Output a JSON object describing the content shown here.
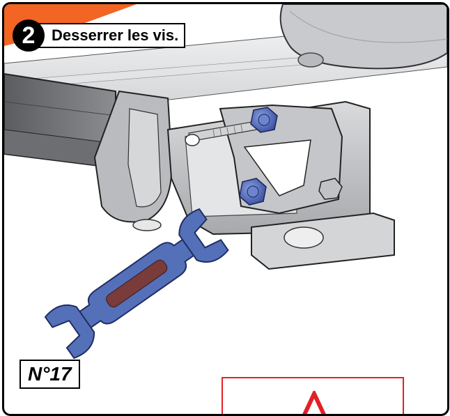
{
  "step": {
    "number": "2",
    "title": "Desserrer les vis."
  },
  "tool": {
    "label": "N°17",
    "icon": "open-end-wrench-icon",
    "color": "#5470b8"
  },
  "warning": {
    "icon": "warning-caret-icon",
    "color": "#e32026"
  },
  "colors": {
    "accent": "#f26522",
    "border": "#000000",
    "bolt": "#4a62b4"
  }
}
